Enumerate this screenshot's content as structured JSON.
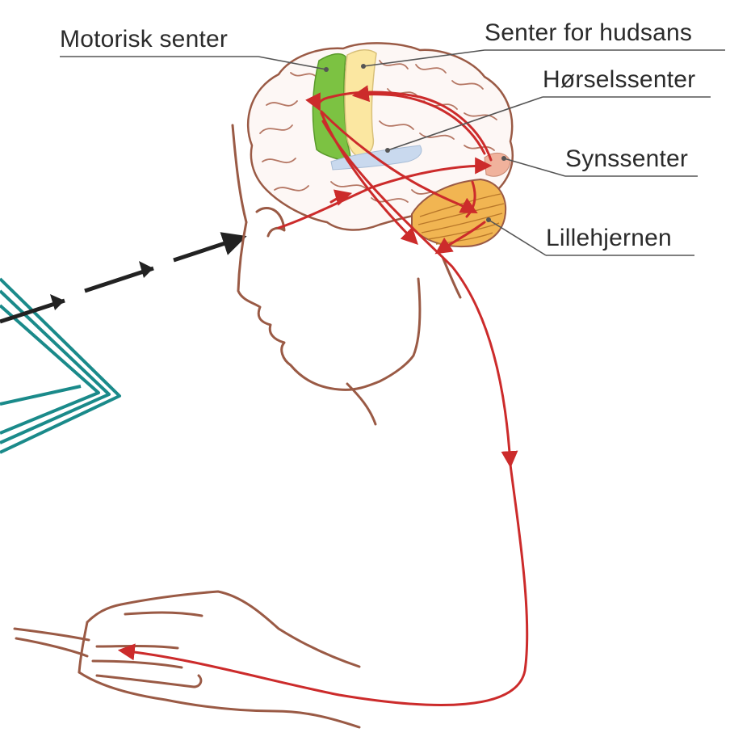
{
  "labels": {
    "motor_center": "Motorisk senter",
    "skin_sense_center": "Senter for hudsans",
    "hearing_center": "Hørselssenter",
    "vision_center": "Synssenter",
    "cerebellum": "Lillehjernen"
  },
  "colors": {
    "outline": "#9a5a45",
    "nerve_pathway": "#cc2b2b",
    "motor_area": "#7cc242",
    "skin_area": "#fbe7a1",
    "hearing_area": "#c9d9ee",
    "vision_area": "#f0b29c",
    "cerebellum_fill": "#f1b552",
    "book": "#1a8a8a",
    "sight_arrow": "#222222",
    "leader_line": "#555555"
  }
}
